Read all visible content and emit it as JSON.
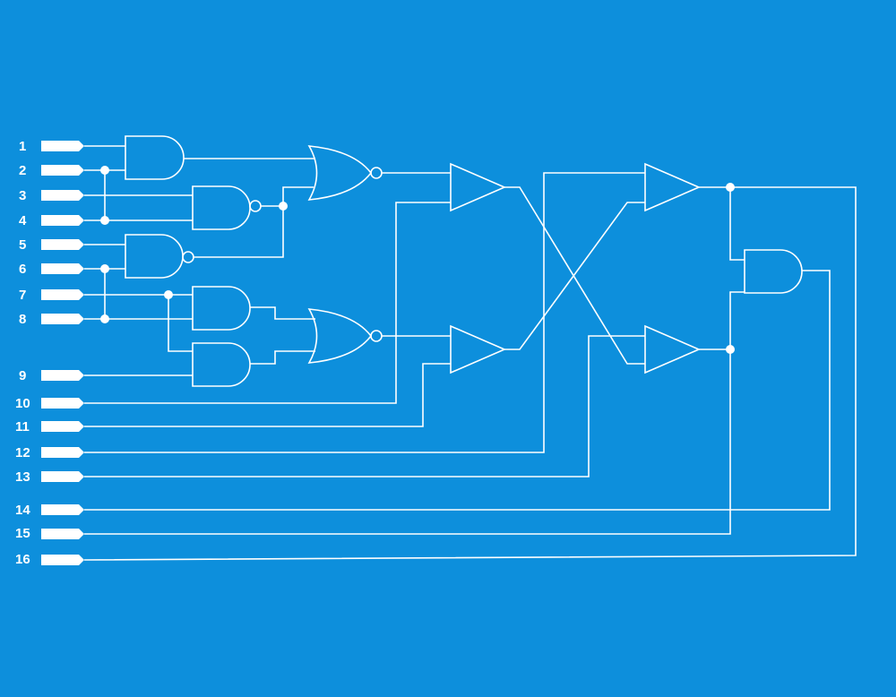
{
  "colors": {
    "background": "#0d8fdc",
    "lines": "#ffffff"
  },
  "pins": [
    "1",
    "2",
    "3",
    "4",
    "5",
    "6",
    "7",
    "8",
    "9",
    "10",
    "11",
    "12",
    "13",
    "14",
    "15",
    "16"
  ]
}
